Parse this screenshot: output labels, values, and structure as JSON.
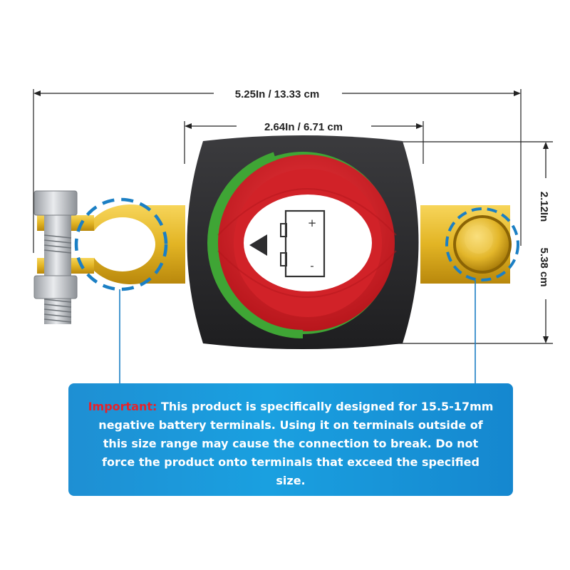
{
  "dimensions": {
    "overall_width": "5.25In / 13.33 cm",
    "body_width": "2.64In / 6.71 cm",
    "height_in": "2.12In",
    "height_cm": "5.38 cm"
  },
  "callout": {
    "important_label": "Important:",
    "message": " This product is specifically designed for 15.5-17mm negative battery terminals. Using it on terminals outside of this size range may cause the connection to break. Do not force the product onto terminals that exceed the specified size."
  },
  "knob": {
    "plus_symbol": "+",
    "minus_symbol": "-"
  },
  "colors": {
    "accent_blue": "#1a9be0",
    "dashed_ring": "#1b7fc4",
    "knob_red": "#d8232a",
    "knob_green": "#3fa535",
    "brass": "#e0b320",
    "housing": "#2f2f31",
    "important_text": "#e8222a"
  }
}
